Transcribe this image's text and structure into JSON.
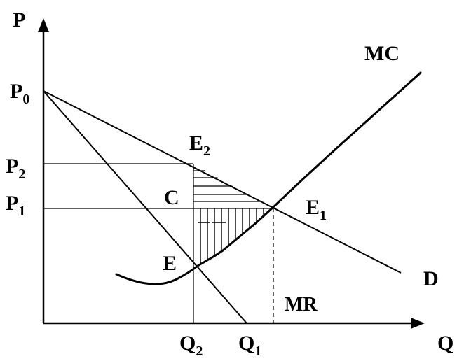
{
  "labels": {
    "y_axis": "P",
    "x_axis": "Q",
    "p0": "P",
    "p0_sub": "0",
    "p1": "P",
    "p1_sub": "1",
    "p2": "P",
    "p2_sub": "2",
    "q1": "Q",
    "q1_sub": "1",
    "q2": "Q",
    "q2_sub": "2",
    "e": "E",
    "e1": "E",
    "e1_sub": "1",
    "e2": "E",
    "e2_sub": "2",
    "c": "C",
    "mc": "MC",
    "d": "D",
    "mr": "MR"
  }
}
